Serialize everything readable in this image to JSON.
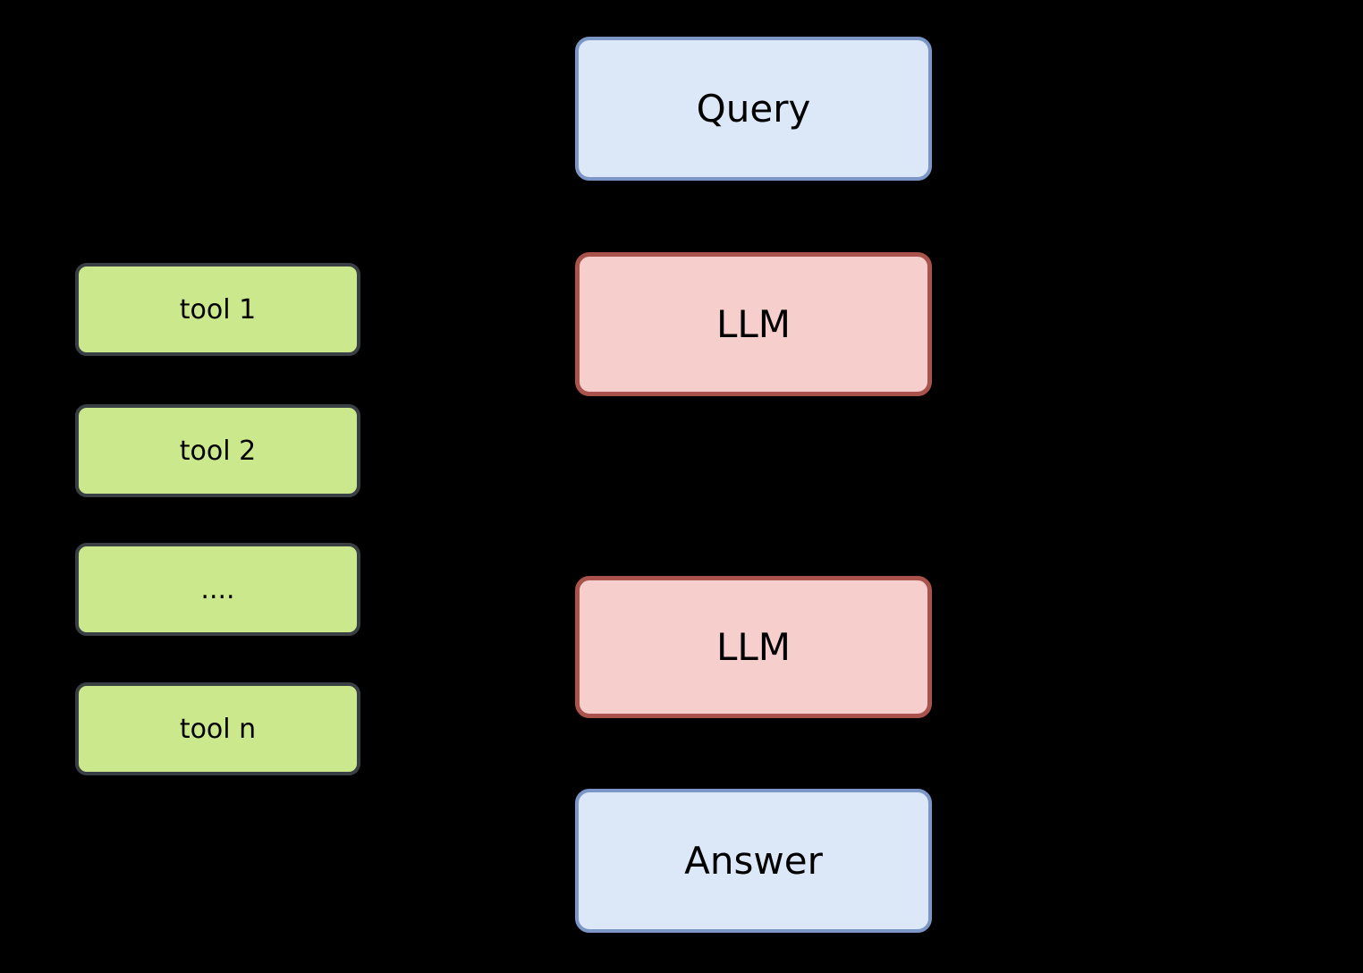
{
  "diagram": {
    "background_color": "#000000",
    "tools_column": {
      "box_fill": "#cbe88c",
      "box_border": "#3a3f44",
      "items": [
        {
          "label": "tool 1"
        },
        {
          "label": "tool 2"
        },
        {
          "label": "...."
        },
        {
          "label": "tool n"
        }
      ]
    },
    "flow_column": {
      "io_fill": "#dce7f7",
      "io_border": "#7b96c7",
      "llm_fill": "#f6cfcc",
      "llm_border": "#a9534c",
      "nodes": [
        {
          "id": "query",
          "label": "Query",
          "kind": "io"
        },
        {
          "id": "llm-1",
          "label": "LLM",
          "kind": "llm"
        },
        {
          "id": "llm-2",
          "label": "LLM",
          "kind": "llm"
        },
        {
          "id": "answer",
          "label": "Answer",
          "kind": "io"
        }
      ]
    }
  }
}
